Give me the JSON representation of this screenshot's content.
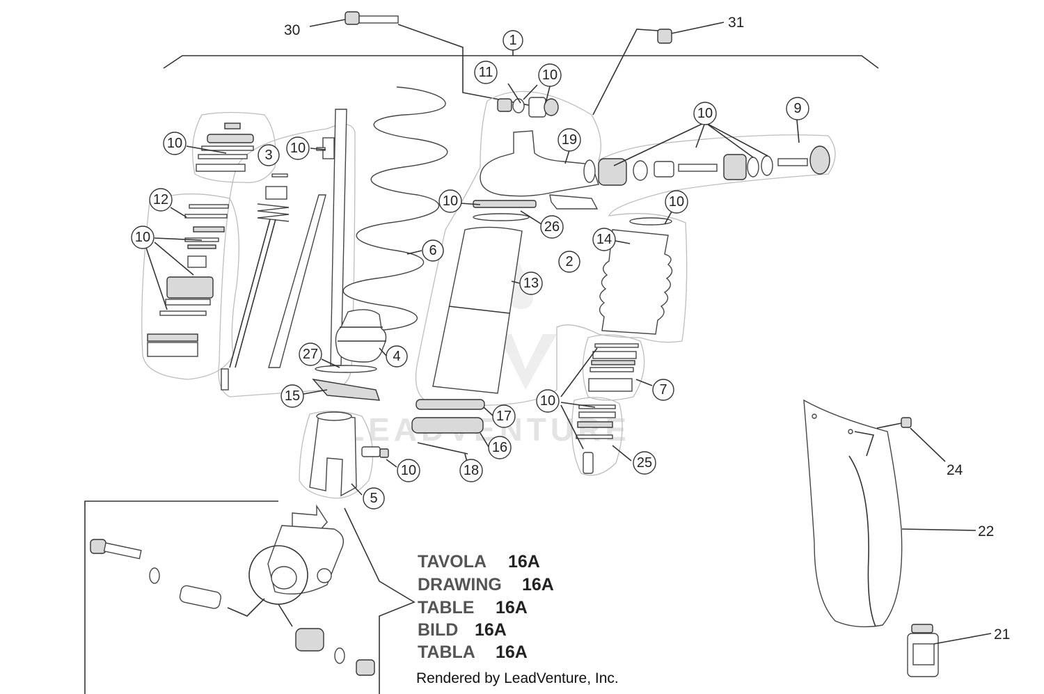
{
  "callouts": {
    "c1": "1",
    "c2": "2",
    "c3": "3",
    "c4": "4",
    "c5": "5",
    "c6": "6",
    "c7": "7",
    "c9": "9",
    "c10": "10",
    "c11": "11",
    "c12": "12",
    "c13": "13",
    "c14": "14",
    "c15": "15",
    "c16": "16",
    "c17": "17",
    "c18": "18",
    "c19": "19",
    "c21": "21",
    "c22": "22",
    "c24": "24",
    "c25": "25",
    "c26": "26",
    "c27": "27",
    "c30": "30",
    "c31": "31"
  },
  "table_info": {
    "rows": [
      {
        "label": "TAVOLA",
        "value": "16A"
      },
      {
        "label": "DRAWING",
        "value": "16A"
      },
      {
        "label": "TABLE",
        "value": "16A"
      },
      {
        "label": "BILD",
        "value": "16A"
      },
      {
        "label": "TABLA",
        "value": "16A"
      }
    ]
  },
  "credit": "Rendered by LeadVenture, Inc.",
  "watermark": "LEADVENTURE",
  "colors": {
    "line": "#333333",
    "shaded": "#d9d9d9",
    "watermark": "#e3e3e3"
  }
}
